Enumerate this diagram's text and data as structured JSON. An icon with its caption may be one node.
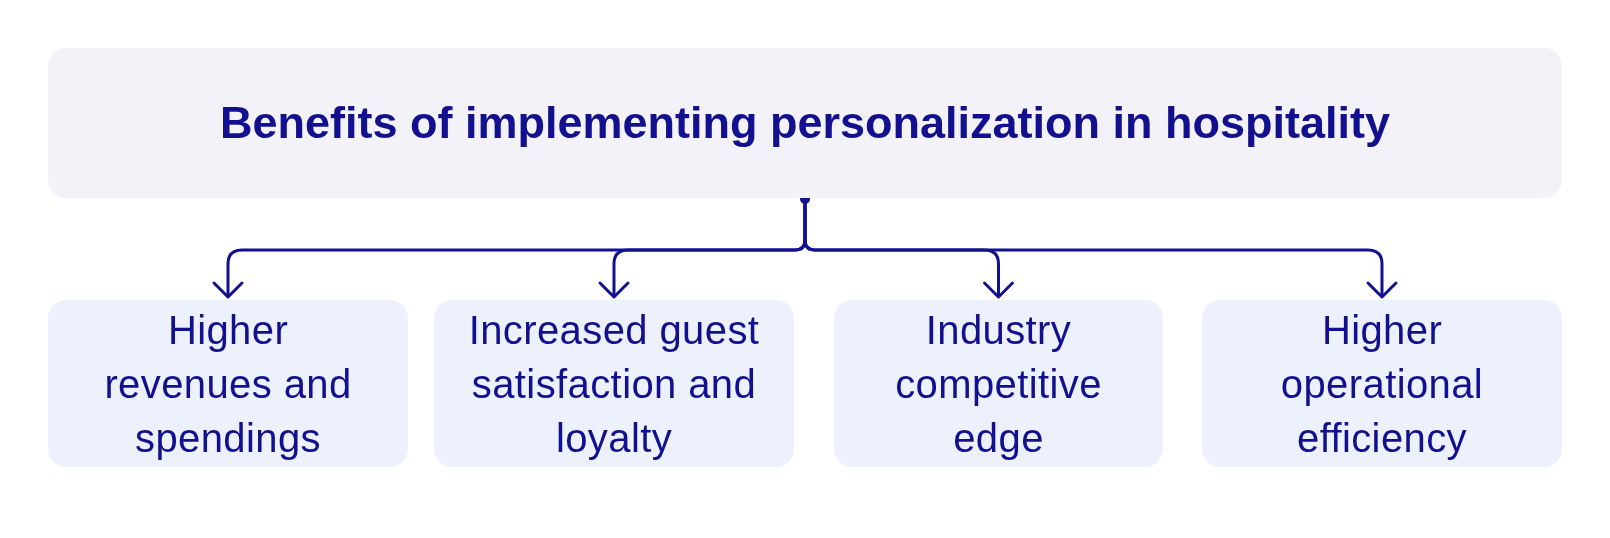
{
  "diagram": {
    "nodes": [
      {
        "text": [
          "Benefits of implementing personalization in hospitality"
        ]
      },
      {
        "text": [
          "Higher revenues and spendings"
        ]
      },
      {
        "text": [
          "Increased guest satisfaction and loyalty"
        ]
      },
      {
        "text": [
          "Industry competitive edge"
        ]
      },
      {
        "text": [
          "Higher operational efficiency"
        ]
      }
    ],
    "edges": [
      {
        "from": 0,
        "to": 1,
        "arrow": "to"
      },
      {
        "from": 0,
        "to": 2,
        "arrow": "to"
      },
      {
        "from": 0,
        "to": 3,
        "arrow": "to"
      },
      {
        "from": 0,
        "to": 4,
        "arrow": "to"
      }
    ]
  }
}
